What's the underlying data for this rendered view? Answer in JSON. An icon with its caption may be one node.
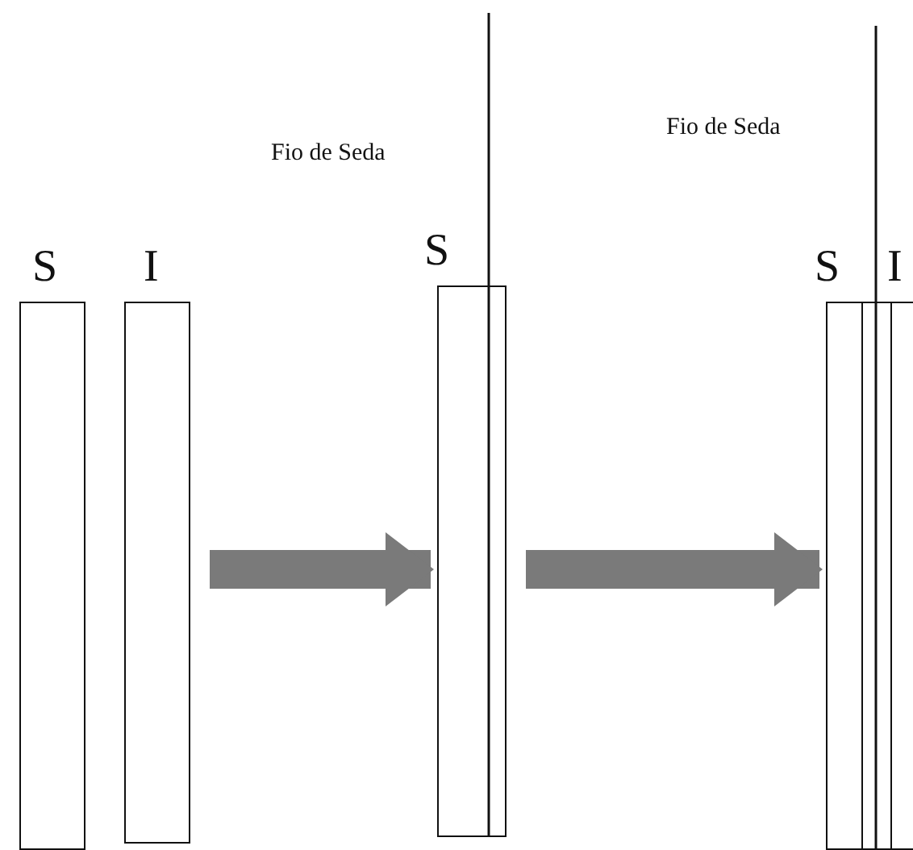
{
  "diagram": {
    "nodes": [
      {
        "text": [
          "S"
        ]
      },
      {
        "text": [
          "I"
        ]
      },
      {
        "text": [
          "S"
        ]
      },
      {
        "text": [
          "S"
        ]
      },
      {
        "text": [
          "I"
        ]
      }
    ],
    "edges": [
      {
        "from": 1,
        "to": 2,
        "arrow": "to"
      },
      {
        "from": 2,
        "to": 3,
        "arrow": "to"
      }
    ],
    "labels": [
      "Fio de Seda",
      "Fio de Seda"
    ]
  }
}
